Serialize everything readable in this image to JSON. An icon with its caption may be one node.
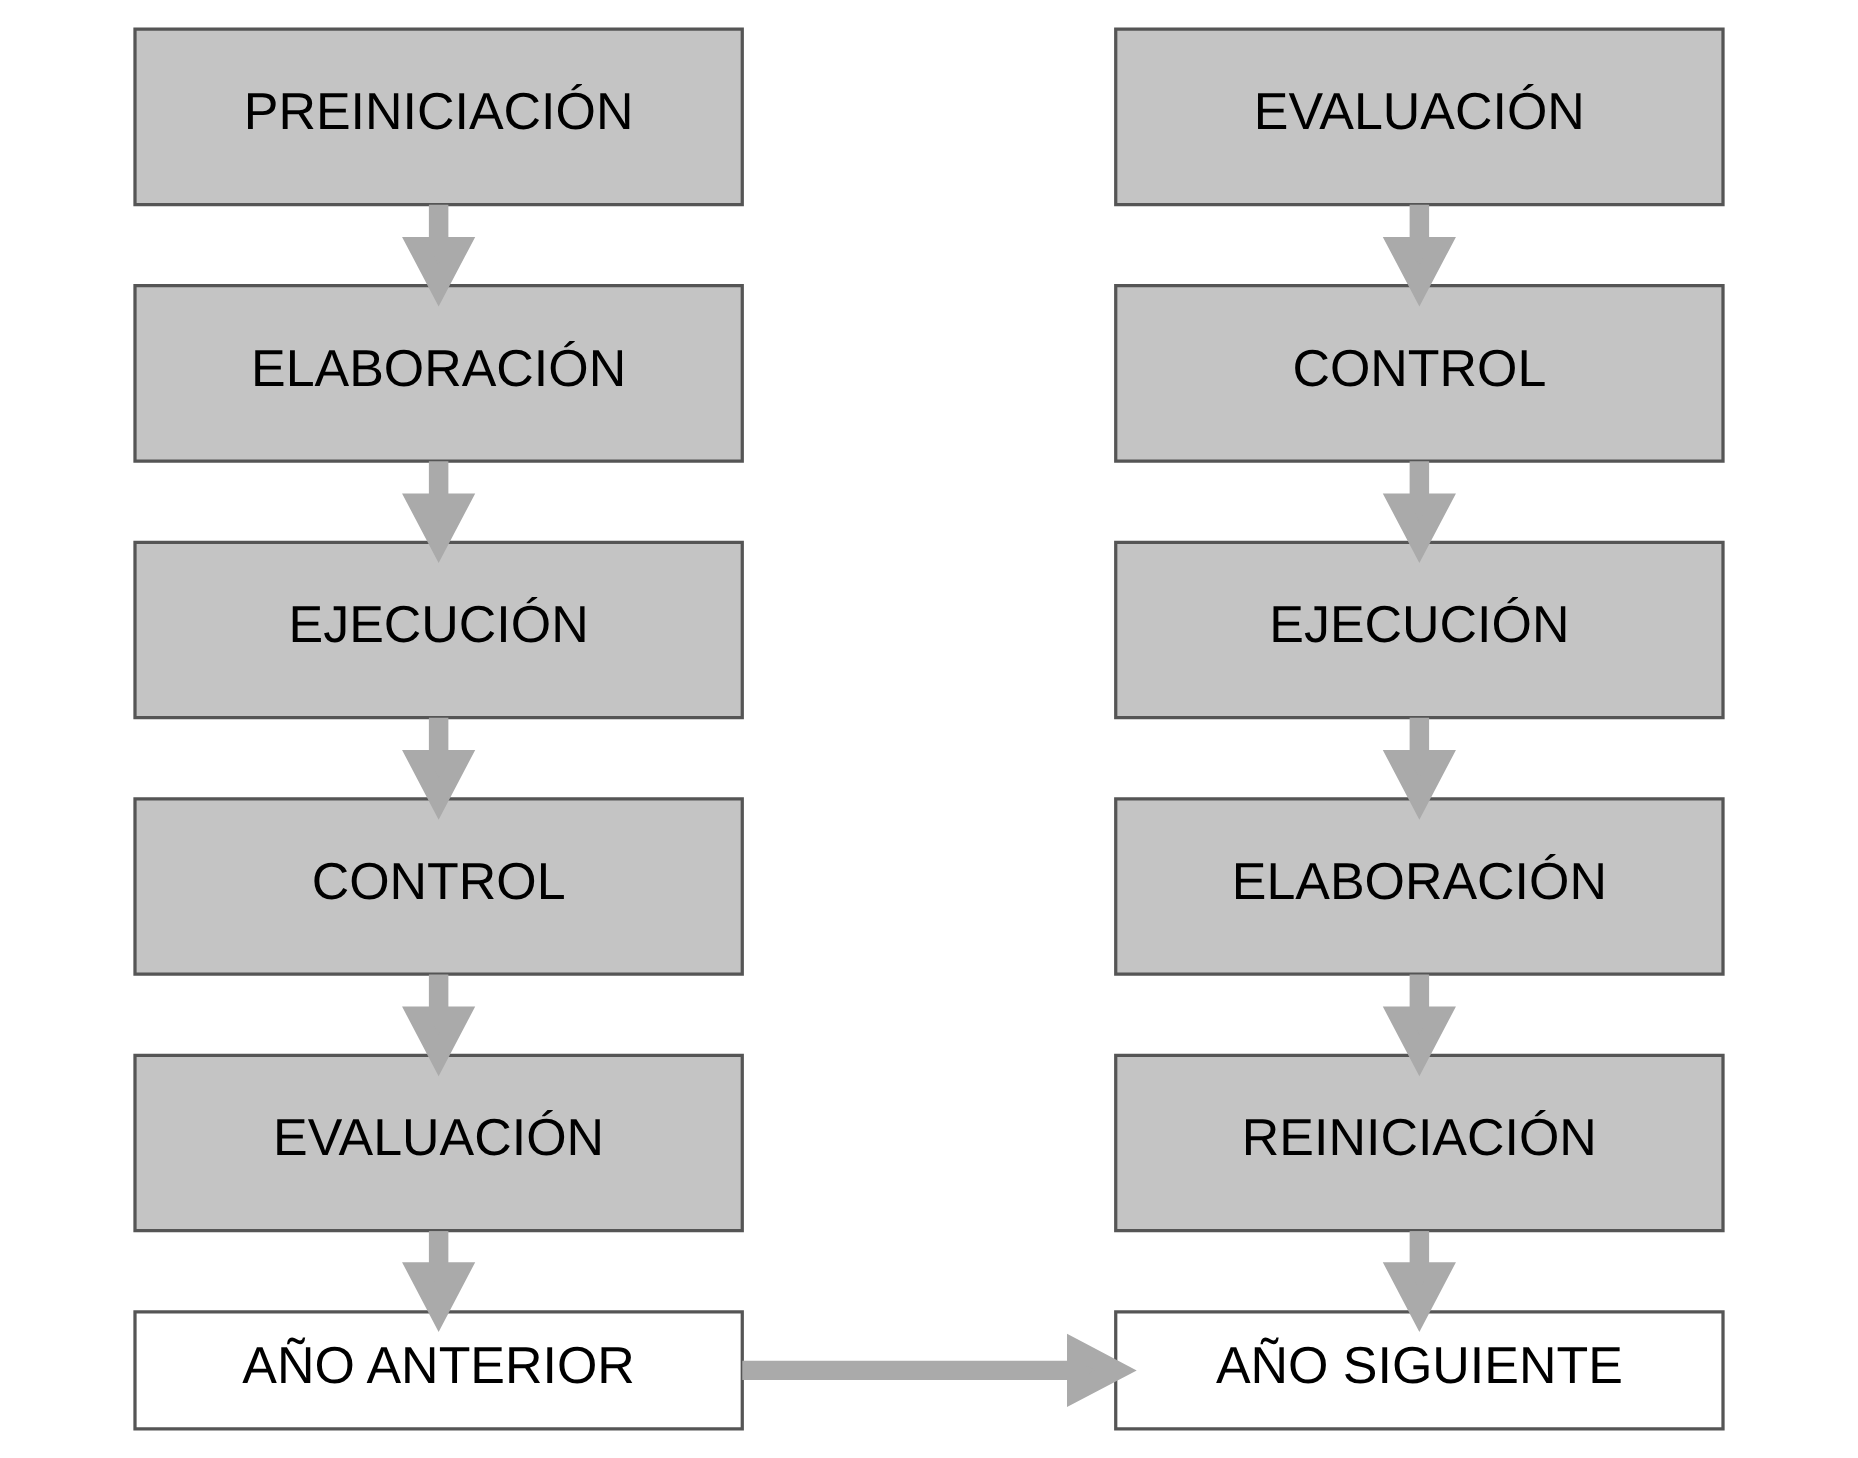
{
  "diagram": {
    "nodes": [
      {
        "text": [
          "PREINICIACIÓN"
        ]
      },
      {
        "text": [
          "ELABORACIÓN"
        ]
      },
      {
        "text": [
          "EJECUCIÓN"
        ]
      },
      {
        "text": [
          "CONTROL"
        ]
      },
      {
        "text": [
          "EVALUACIÓN"
        ]
      },
      {
        "text": [
          "AÑO ANTERIOR"
        ]
      },
      {
        "text": [
          "EVALUACIÓN"
        ]
      },
      {
        "text": [
          "CONTROL"
        ]
      },
      {
        "text": [
          "EJECUCIÓN"
        ]
      },
      {
        "text": [
          "ELABORACIÓN"
        ]
      },
      {
        "text": [
          "REINICIACIÓN"
        ]
      },
      {
        "text": [
          "AÑO SIGUIENTE"
        ]
      }
    ],
    "edges": [
      {
        "from": 0,
        "to": 1,
        "arrow": "to"
      },
      {
        "from": 1,
        "to": 2,
        "arrow": "to"
      },
      {
        "from": 2,
        "to": 3,
        "arrow": "to"
      },
      {
        "from": 3,
        "to": 4,
        "arrow": "to"
      },
      {
        "from": 4,
        "to": 5,
        "arrow": "to"
      },
      {
        "from": 6,
        "to": 7,
        "arrow": "to"
      },
      {
        "from": 7,
        "to": 8,
        "arrow": "to"
      },
      {
        "from": 8,
        "to": 9,
        "arrow": "to"
      },
      {
        "from": 9,
        "to": 10,
        "arrow": "to"
      },
      {
        "from": 10,
        "to": 11,
        "arrow": "to"
      },
      {
        "from": 5,
        "to": 11,
        "arrow": "to"
      }
    ]
  }
}
